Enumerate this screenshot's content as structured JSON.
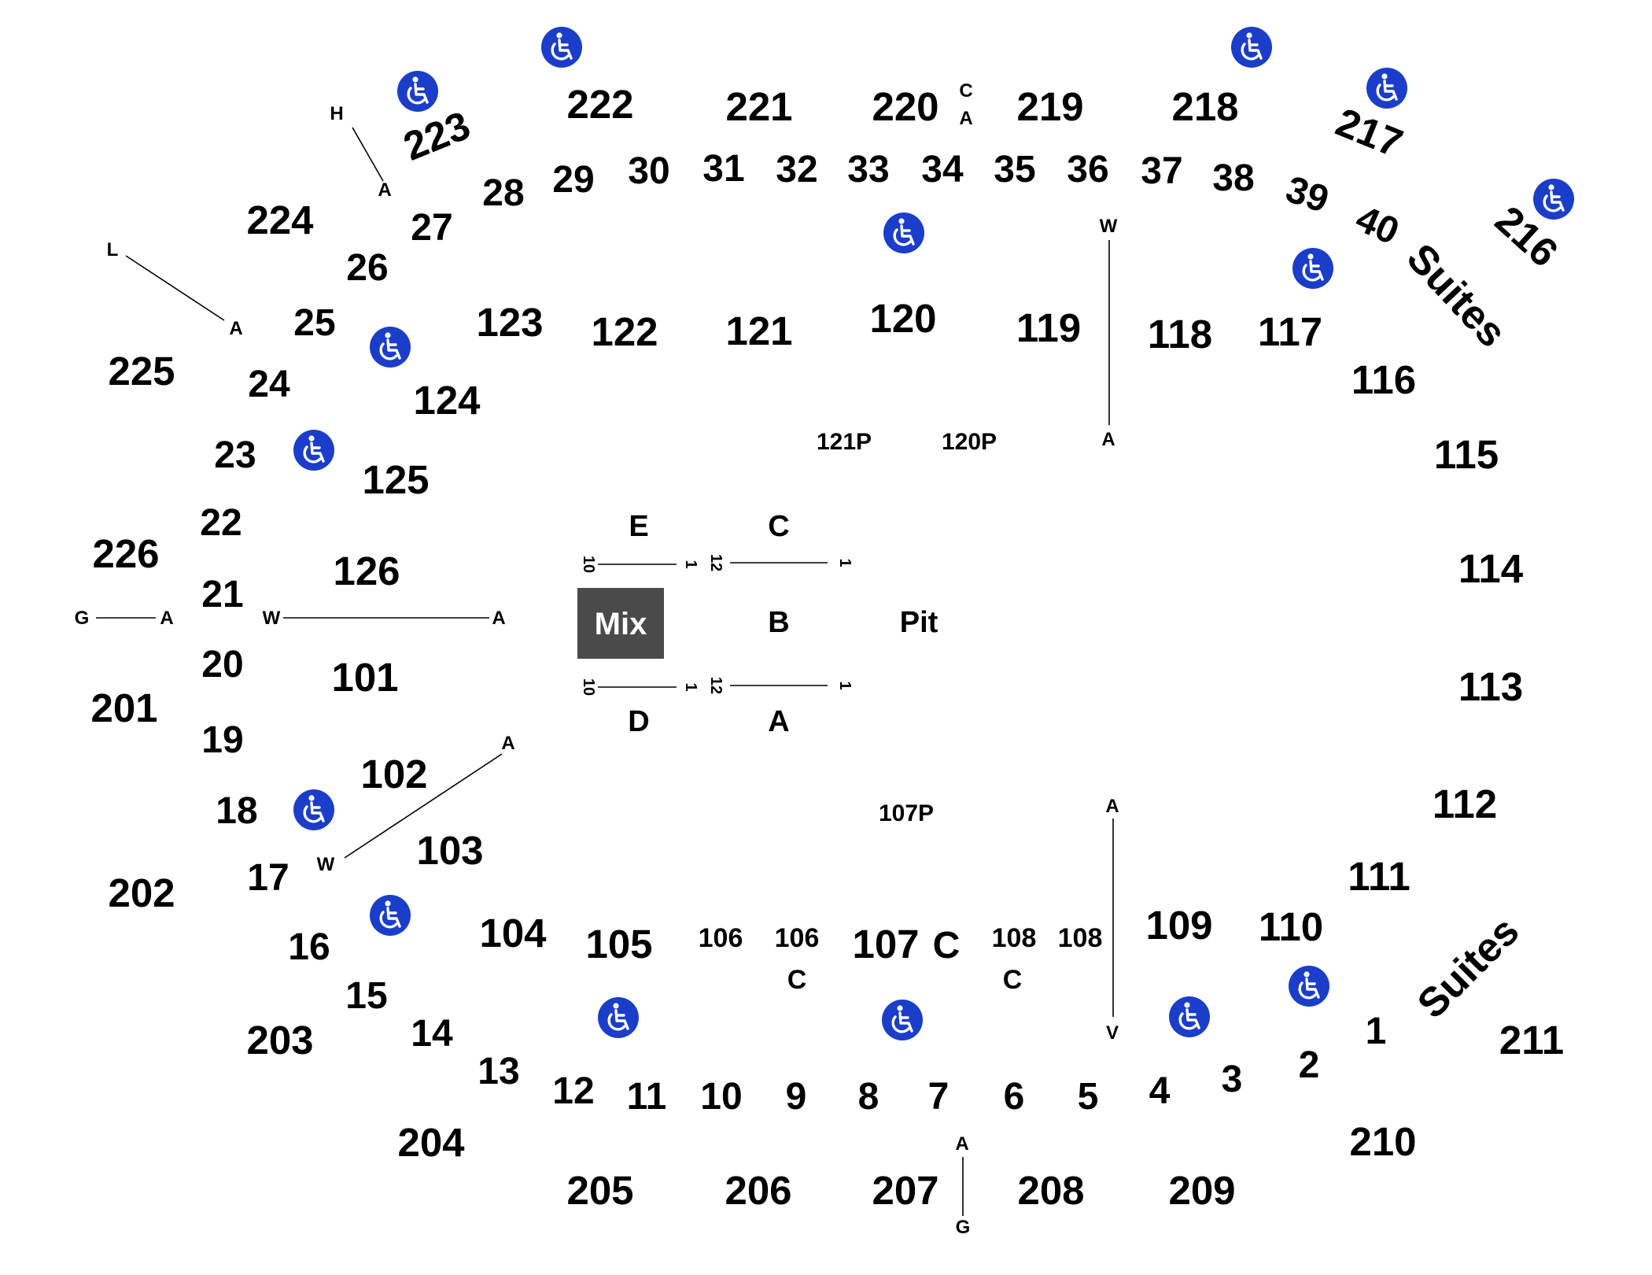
{
  "map": {
    "suites_label": "Suites",
    "mix_label": "Mix",
    "pit_label": "Pit",
    "accessible_icon": "wheelchair-icon",
    "accessible_color": "#1a3ec9",
    "mix_color": "#4a4a4a",
    "sections_200": [
      "222",
      "221",
      "220",
      "219",
      "218",
      "217",
      "216",
      "223",
      "224",
      "225",
      "226",
      "201",
      "202",
      "203",
      "204",
      "205",
      "206",
      "207",
      "208",
      "209",
      "210",
      "211"
    ],
    "sections_100": [
      "123",
      "122",
      "121",
      "120",
      "119",
      "118",
      "117",
      "116",
      "115",
      "114",
      "113",
      "112",
      "111",
      "110",
      "109",
      "124",
      "125",
      "126",
      "101",
      "102",
      "103",
      "104",
      "105",
      "106",
      "106",
      "107",
      "108",
      "108"
    ],
    "rows": [
      "28",
      "29",
      "30",
      "31",
      "32",
      "33",
      "34",
      "35",
      "36",
      "37",
      "38",
      "39",
      "40",
      "27",
      "26",
      "25",
      "24",
      "23",
      "22",
      "21",
      "20",
      "19",
      "18",
      "17",
      "16",
      "15",
      "14",
      "13",
      "12",
      "11",
      "10",
      "9",
      "8",
      "7",
      "6",
      "5",
      "4",
      "3",
      "2",
      "1"
    ],
    "pit_sections": [
      "121P",
      "120P",
      "107P"
    ],
    "stage_sections": [
      "E",
      "C",
      "B",
      "D",
      "A"
    ],
    "row_letters": [
      "H",
      "A",
      "L",
      "A",
      "G",
      "A",
      "W",
      "A",
      "A",
      "W",
      "C",
      "A",
      "W",
      "A",
      "A",
      "V",
      "A",
      "G",
      "C",
      "C",
      "C"
    ],
    "stage_row_numbers": [
      "10",
      "1",
      "12",
      "1",
      "10",
      "1",
      "12",
      "1"
    ]
  }
}
